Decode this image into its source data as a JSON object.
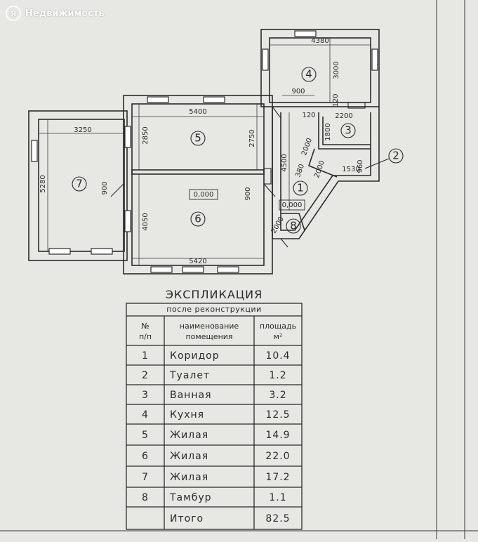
{
  "watermark": {
    "logo": "Я",
    "text": "Недвижимость"
  },
  "plan": {
    "dimensions": [
      "4380",
      "3000",
      "900",
      "120",
      "120",
      "2200",
      "1800",
      "5400",
      "3250",
      "2850",
      "2750",
      "4500",
      "2000",
      "2000",
      "380",
      "1530",
      "960",
      "5280",
      "900",
      "4050",
      "900",
      "5420",
      "2000"
    ],
    "area_values": [
      "0,000",
      "0,000"
    ],
    "room_numbers": [
      "1",
      "2",
      "3",
      "4",
      "5",
      "6",
      "7",
      "8"
    ]
  },
  "explication": {
    "title": "ЭКСПЛИКАЦИЯ",
    "subtitle": "после реконструкции",
    "headers": {
      "num": "№",
      "num2": "п/п",
      "name": "наименование",
      "name2": "помещения",
      "area": "площадь",
      "area2": "м²"
    },
    "rows": [
      {
        "num": "1",
        "name": "Коридор",
        "area": "10.4"
      },
      {
        "num": "2",
        "name": "Туалет",
        "area": "1.2"
      },
      {
        "num": "3",
        "name": "Ванная",
        "area": "3.2"
      },
      {
        "num": "4",
        "name": "Кухня",
        "area": "12.5"
      },
      {
        "num": "5",
        "name": "Жилая",
        "area": "14.9"
      },
      {
        "num": "6",
        "name": "Жилая",
        "area": "22.0"
      },
      {
        "num": "7",
        "name": "Жилая",
        "area": "17.2"
      },
      {
        "num": "8",
        "name": "Тамбур",
        "area": "1.1"
      }
    ],
    "total_label": "Итого",
    "total_area": "82.5"
  }
}
